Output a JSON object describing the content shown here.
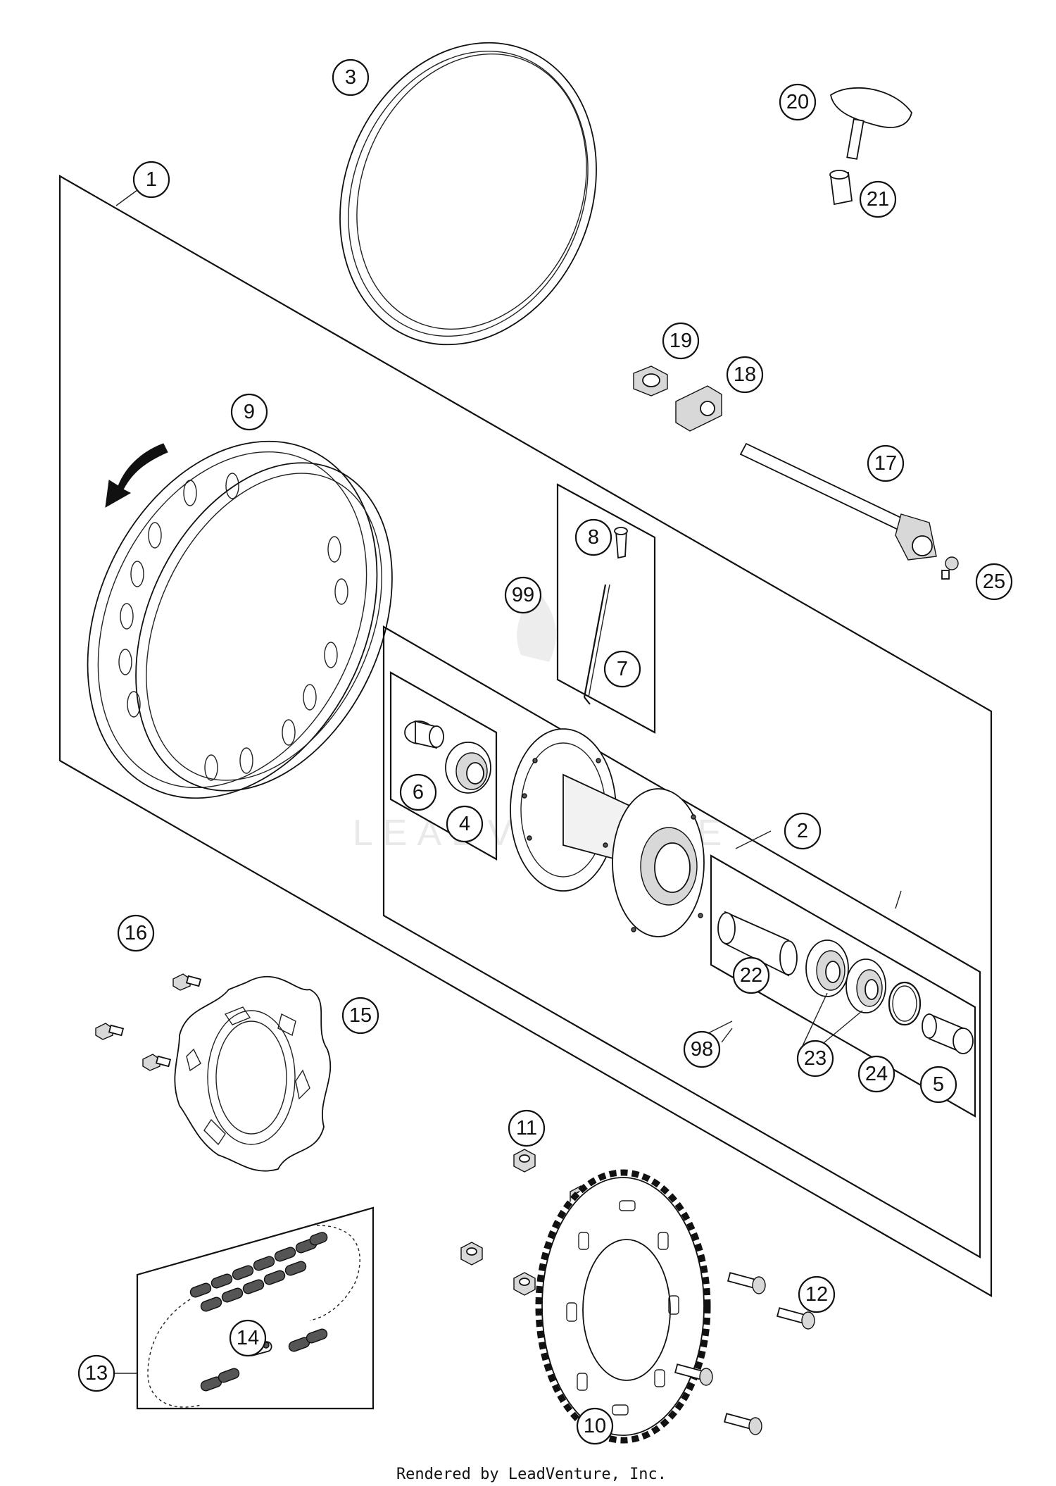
{
  "footer": {
    "text": "Rendered by LeadVenture, Inc."
  },
  "watermark": {
    "text": "LEADVENTURE"
  },
  "colors": {
    "line": "#111111",
    "background": "#ffffff",
    "watermark": "#e9e9e9"
  },
  "callouts": {
    "c1": "1",
    "c2": "2",
    "c3": "3",
    "c4": "4",
    "c5": "5",
    "c6": "6",
    "c7": "7",
    "c8": "8",
    "c9": "9",
    "c10": "10",
    "c11": "11",
    "c12": "12",
    "c13": "13",
    "c14": "14",
    "c15": "15",
    "c16": "16",
    "c17": "17",
    "c18": "18",
    "c19": "19",
    "c20": "20",
    "c21": "21",
    "c22": "22",
    "c23": "23",
    "c24": "24",
    "c25": "25",
    "c98": "98",
    "c99": "99"
  }
}
